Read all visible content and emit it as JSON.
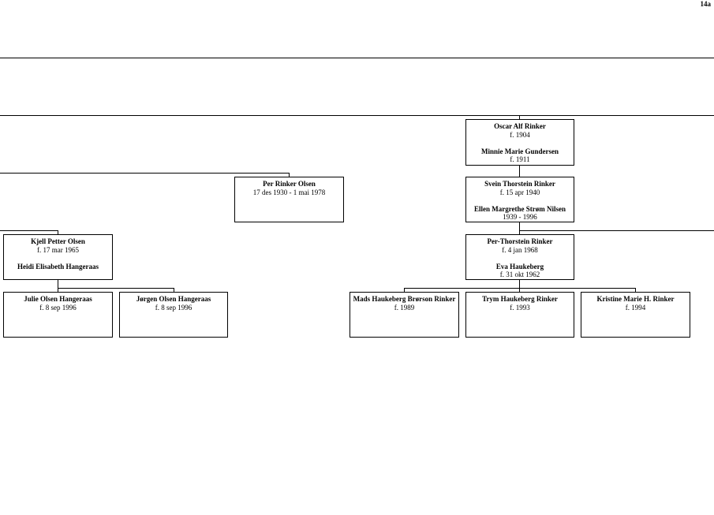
{
  "page": {
    "number": "14a"
  },
  "people": {
    "oscar": {
      "name": "Oscar Alf Rinker",
      "dates": "f. 1904",
      "spouse_name": "Minnie Marie Gundersen",
      "spouse_dates": "f. 1911"
    },
    "svein": {
      "name": "Svein Thorstein Rinker",
      "dates": "f. 15 apr 1940",
      "spouse_name": "Ellen Margrethe Strøm Nilsen",
      "spouse_dates": "1939 - 1996"
    },
    "per_rinker_olsen": {
      "name": "Per Rinker Olsen",
      "dates": "17 des 1930 - 1 mai 1978"
    },
    "kjell": {
      "name": "Kjell Petter Olsen",
      "dates": "f. 17 mar 1965",
      "spouse_name": "Heidi Elisabeth Hangeraas",
      "spouse_dates": ""
    },
    "per_thorstein": {
      "name": "Per-Thorstein Rinker",
      "dates": "f. 4 jan 1968",
      "spouse_name": "Eva Haukeberg",
      "spouse_dates": "f. 31 okt 1962"
    },
    "julie": {
      "name": "Julie Olsen Hangeraas",
      "dates": "f. 8 sep 1996"
    },
    "jorgen": {
      "name": "Jørgen Olsen Hangeraas",
      "dates": "f. 8 sep 1996"
    },
    "mads": {
      "name": "Mads Haukeberg Brørson Rinker",
      "dates": "f. 1989"
    },
    "trym": {
      "name": "Trym Haukeberg Rinker",
      "dates": "f. 1993"
    },
    "kristine": {
      "name": "Kristine Marie H. Rinker",
      "dates": "f. 1994"
    }
  },
  "colors": {
    "line": "#000000",
    "background": "#ffffff"
  }
}
